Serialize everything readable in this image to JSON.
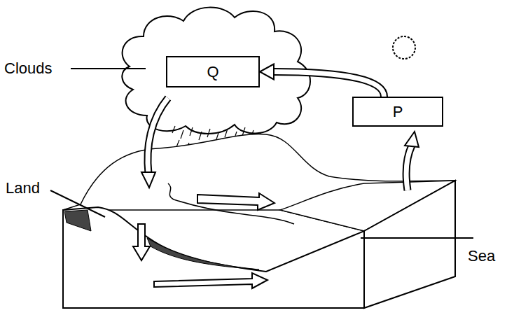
{
  "diagram": {
    "nodes": [
      {
        "text": [
          "Q"
        ]
      },
      {
        "text": [
          "P"
        ]
      }
    ],
    "edges": [
      {
        "from": 1,
        "to": 0,
        "arrow": "to"
      }
    ],
    "labels": [
      "Clouds",
      "Land",
      "Sea"
    ]
  }
}
